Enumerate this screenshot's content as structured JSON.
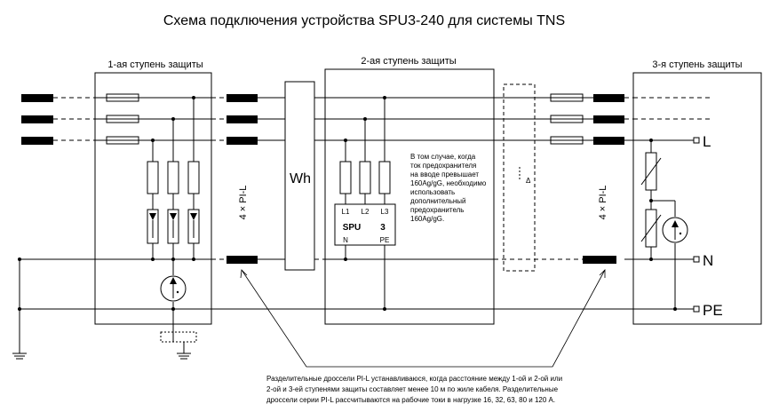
{
  "title": "Схема подключения устройства SPU3-240 для системы TNS",
  "stages": {
    "stage1": "1-ая ступень защиты",
    "stage2": "2-ая ступень защиты",
    "stage3": "3-я ступень защиты"
  },
  "meter_label": "Wh",
  "choke_label_left": "4 × PI-L",
  "choke_label_right": "4 × PI-L",
  "spu": {
    "title": "SPU",
    "number": "3",
    "pins": [
      "L1",
      "L2",
      "L3",
      "N",
      "PE"
    ]
  },
  "note_fuse": [
    "В том случае, когда",
    "ток предохранителя",
    "на вводе превышает",
    "160Ag/gG, необходимо",
    "использовать",
    "дополнительный",
    "предохранитель",
    "160Ag/gG."
  ],
  "terminals": {
    "L": "L",
    "N": "N",
    "PE": "PE"
  },
  "footnote": [
    "Разделительные дроссели PI-L устанавливаюся, когда расстояние между 1-ой и 2-ой или",
    "2-ой и 3-ей ступенями защиты составляет менее 10 м по жиле кабеля. Разделительные",
    "дроссели серии PI-L рассчитываются на рабочие токи в нагрузке 16, 32, 63, 80 и 120 А."
  ],
  "delta_symbol": "Δ",
  "colors": {
    "line": "#000000",
    "bg": "#ffffff"
  }
}
